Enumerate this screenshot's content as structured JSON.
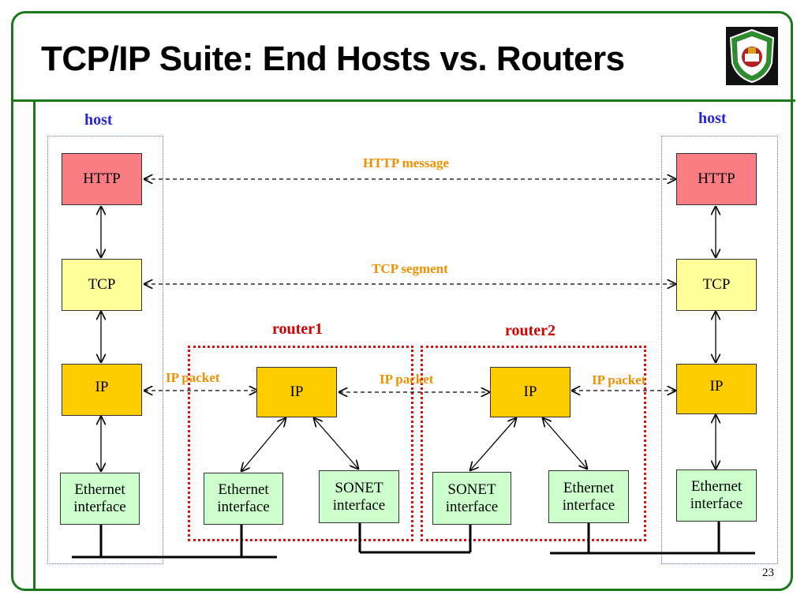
{
  "slide": {
    "title": "TCP/IP Suite: End Hosts vs. Routers",
    "page_number": "23"
  },
  "labels": {
    "host_left": "host",
    "host_right": "host",
    "router1": "router1",
    "router2": "router2",
    "http_message": "HTTP message",
    "tcp_segment": "TCP segment",
    "ip_packet_1": "IP packet",
    "ip_packet_2": "IP packet",
    "ip_packet_3": "IP packet"
  },
  "left_host": {
    "http": "HTTP",
    "tcp": "TCP",
    "ip": "IP",
    "eth_line1": "Ethernet",
    "eth_line2": "interface"
  },
  "router1": {
    "ip": "IP",
    "left_if_line1": "Ethernet",
    "left_if_line2": "interface",
    "right_if_line1": "SONET",
    "right_if_line2": "interface"
  },
  "router2": {
    "ip": "IP",
    "left_if_line1": "SONET",
    "left_if_line2": "interface",
    "right_if_line1": "Ethernet",
    "right_if_line2": "interface"
  },
  "right_host": {
    "http": "HTTP",
    "tcp": "TCP",
    "ip": "IP",
    "eth_line1": "Ethernet",
    "eth_line2": "interface"
  },
  "colors": {
    "frame_green": "#1a7a1a",
    "http_box": "#f97d82",
    "tcp_box": "#ffff99",
    "ip_box": "#ffcc00",
    "interface_box": "#ccffcc",
    "host_label": "#2626d6",
    "router_label": "#d40000",
    "message_label": "#f09000"
  },
  "logo": {
    "icon": "university-crest-icon"
  }
}
